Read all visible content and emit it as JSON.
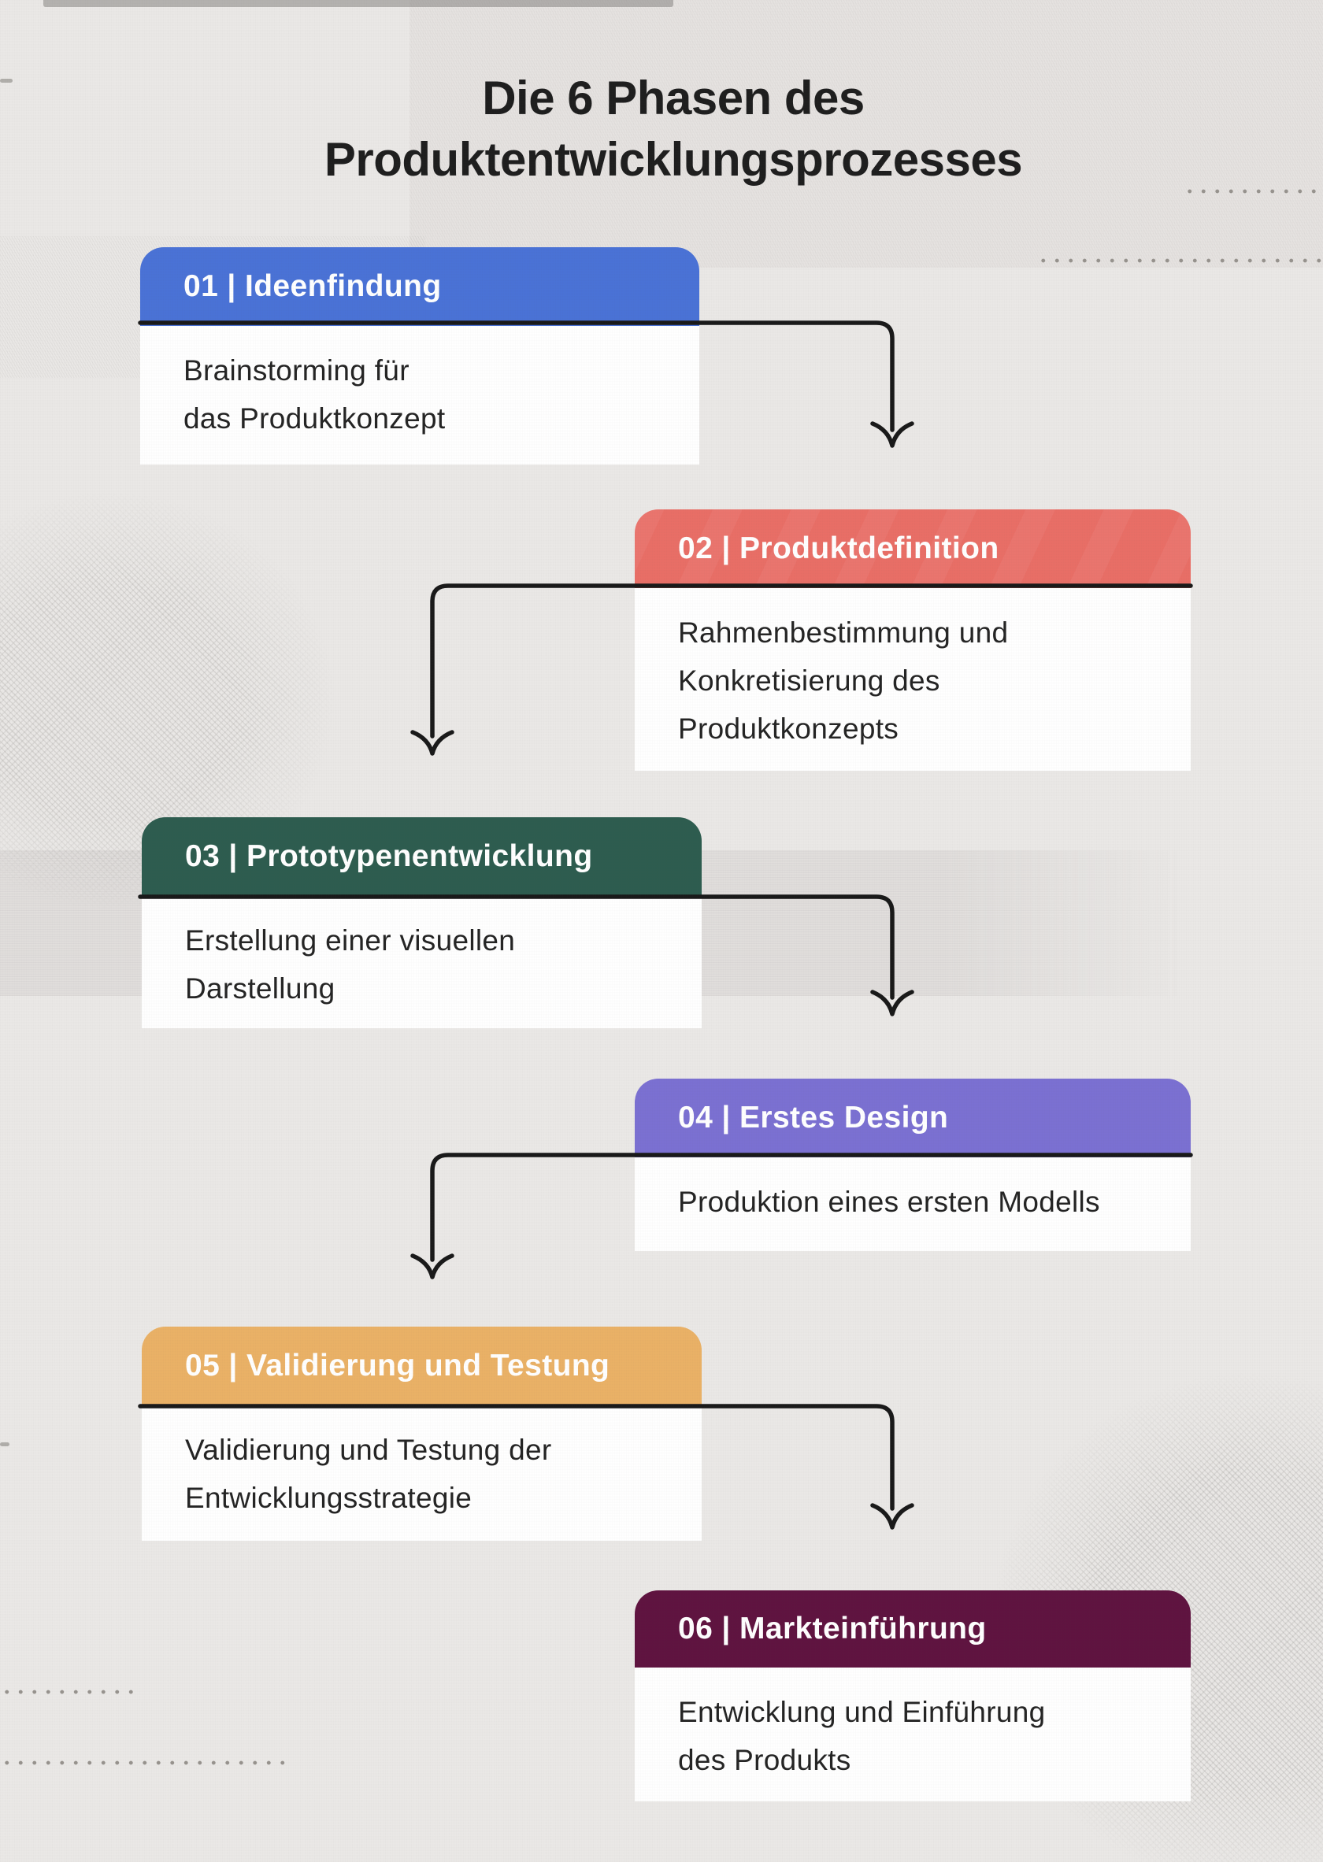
{
  "title": {
    "text": "Die 6 Phasen des\nProduktentwicklungsprozesses",
    "color": "#1e1e1e"
  },
  "phases": [
    {
      "label": "01 | Ideenfindung",
      "description": "Brainstorming für\ndas Produktkonzept",
      "color": "#4a72d6"
    },
    {
      "label": "02 | Produktdefinition",
      "description": "Rahmenbestimmung und\nKonkretisierung des\nProduktkonzepts",
      "color": "#e96e66"
    },
    {
      "label": "03 | Prototypenentwicklung",
      "description": "Erstellung einer visuellen\nDarstellung",
      "color": "#2d5c4f"
    },
    {
      "label": "04 | Erstes Design",
      "description": "Produktion eines ersten Modells",
      "color": "#7b70d2"
    },
    {
      "label": "05 | Validierung und Testung",
      "description": "Validierung und Testung der\nEntwicklungsstrategie",
      "color": "#eab166"
    },
    {
      "label": "06 | Markteinführung",
      "description": "Entwicklung und Einführung\ndes Produkts",
      "color": "#5f1340"
    }
  ],
  "styles": {
    "card_body_background": "#ffffff",
    "header_text_color": "#ffffff",
    "body_text_color": "#242424",
    "arrow_color": "#191919",
    "dot_color": "#97938e",
    "page_background": "#eae8e6"
  }
}
